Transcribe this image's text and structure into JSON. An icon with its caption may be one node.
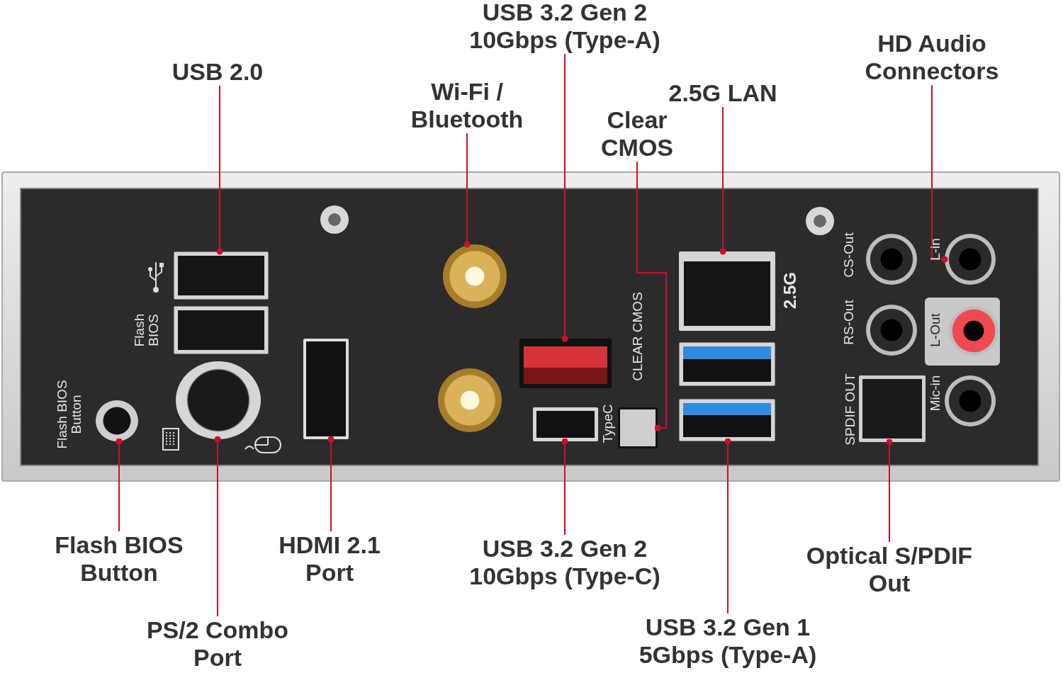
{
  "diagram": {
    "nodes": [
      {
        "text": [
          "USB 3.2 Gen 2 10Gbps (Type-A)"
        ]
      },
      {
        "text": [
          "HD Audio Connectors"
        ]
      },
      {
        "text": [
          "USB 2.0"
        ]
      },
      {
        "text": [
          "Wi-Fi / Bluetooth"
        ]
      },
      {
        "text": [
          "2.5G LAN"
        ]
      },
      {
        "text": [
          "Clear CMOS"
        ]
      },
      {
        "text": [
          "USB 3.2 Gen 2 10Gbps (Type-C)"
        ]
      },
      {
        "text": [
          "Flash BIOS Button"
        ]
      },
      {
        "text": [
          "HDMI 2.1 Port"
        ]
      },
      {
        "text": [
          "Optical S/PDIF Out"
        ]
      },
      {
        "text": [
          "PS/2 Combo Port"
        ]
      },
      {
        "text": [
          "USB 3.2 Gen 1 5Gbps (Type-A)"
        ]
      },
      {
        "text": [],
        "shape": "circle",
        "beside": [
          "Flash BIOS Button"
        ]
      },
      {
        "text": [],
        "shape": "box"
      },
      {
        "text": [],
        "shape": "circle"
      },
      {
        "text": [],
        "shape": "box"
      },
      {
        "text": [],
        "shape": "circle"
      },
      {
        "text": [],
        "shape": "box"
      },
      {
        "text": [],
        "shape": "box",
        "beside": [
          "TypeC"
        ]
      },
      {
        "text": [],
        "shape": "box",
        "beside": [
          "2.5G"
        ]
      },
      {
        "text": [],
        "shape": "box"
      },
      {
        "text": [],
        "shape": "circle",
        "beside": [
          "L-in"
        ]
      },
      {
        "text": [],
        "shape": "box",
        "beside": [
          "SPDIF OUT"
        ]
      },
      {
        "text": [],
        "shape": "box",
        "beside": [
          "Flash BIOS"
        ]
      },
      {
        "text": [],
        "shape": "circle"
      },
      {
        "text": [],
        "shape": "box"
      },
      {
        "text": [],
        "shape": "box",
        "beside": [
          "CLEAR CMOS"
        ]
      },
      {
        "text": [],
        "shape": "circle",
        "beside": [
          "CS-Out"
        ]
      },
      {
        "text": [],
        "shape": "circle",
        "beside": [
          "RS-Out"
        ]
      },
      {
        "text": [],
        "shape": "circle",
        "beside": [
          "L-Out"
        ]
      },
      {
        "text": [],
        "shape": "circle",
        "beside": [
          "Mic-in"
        ]
      }
    ],
    "edges": [
      {
        "from": 0,
        "to": 17,
        "arrow": "other"
      },
      {
        "from": 1,
        "to": 21,
        "arrow": "other"
      },
      {
        "from": 2,
        "to": 13,
        "arrow": "other"
      },
      {
        "from": 3,
        "to": 16,
        "arrow": "other"
      },
      {
        "from": 4,
        "to": 19,
        "arrow": "other"
      },
      {
        "from": 5,
        "to": 26,
        "arrow": "other"
      },
      {
        "from": 6,
        "to": 18,
        "arrow": "other"
      },
      {
        "from": 7,
        "to": 12,
        "arrow": "other"
      },
      {
        "from": 8,
        "to": 15,
        "arrow": "other"
      },
      {
        "from": 9,
        "to": 22,
        "arrow": "other"
      },
      {
        "from": 10,
        "to": 14,
        "arrow": "other"
      },
      {
        "from": 11,
        "to": 20,
        "arrow": "other"
      }
    ]
  }
}
